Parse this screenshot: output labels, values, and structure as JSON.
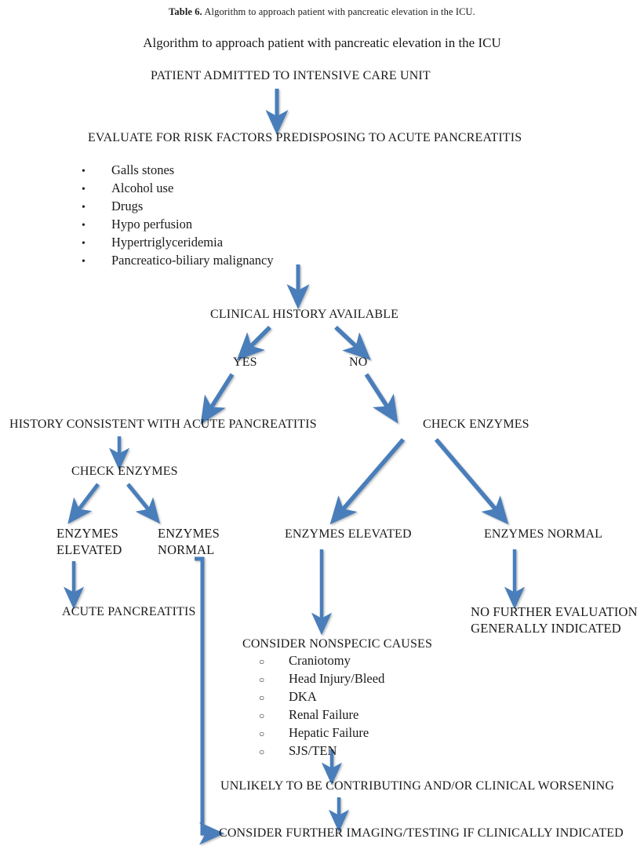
{
  "caption": {
    "label": "Table 6.",
    "text": "Algorithm to approach patient with pancreatic elevation in the ICU."
  },
  "document": {
    "title": "Algorithm to approach patient with pancreatic elevation in the ICU"
  },
  "colors": {
    "arrow": "#4A7EBB",
    "text": "#1a1a1a",
    "background": "#ffffff"
  },
  "chart_data": {
    "type": "diagram",
    "title": "Algorithm to approach patient with pancreatic elevation in the ICU",
    "nodes": [
      {
        "id": "n1",
        "text": "PATIENT ADMITTED TO INTENSIVE CARE UNIT"
      },
      {
        "id": "n2",
        "text": "EVALUATE FOR RISK FACTORS PREDISPOSING TO ACUTE PANCREATITIS"
      },
      {
        "id": "n3",
        "text": "CLINICAL HISTORY AVAILABLE"
      },
      {
        "id": "n4",
        "text": "YES"
      },
      {
        "id": "n5",
        "text": "NO"
      },
      {
        "id": "n6",
        "text": "HISTORY CONSISTENT WITH ACUTE PANCREATITIS"
      },
      {
        "id": "n7",
        "text": "CHECK ENZYMES"
      },
      {
        "id": "n8",
        "text": "CHECK ENZYMES"
      },
      {
        "id": "n9",
        "text": "ENZYMES ELEVATED"
      },
      {
        "id": "n10",
        "text": "ENZYMES NORMAL"
      },
      {
        "id": "n11",
        "text": "ENZYMES ELEVATED"
      },
      {
        "id": "n12",
        "text": "ENZYMES NORMAL"
      },
      {
        "id": "n13",
        "text": "ACUTE PANCREATITIS"
      },
      {
        "id": "n14",
        "text": "NO FURTHER EVALUATION GENERALLY INDICATED"
      },
      {
        "id": "n15",
        "text": "CONSIDER NONSPECIC CAUSES"
      },
      {
        "id": "n16",
        "text": "UNLIKELY TO BE CONTRIBUTING AND/OR CLINICAL WORSENING"
      },
      {
        "id": "n17",
        "text": "CONSIDER FURTHER IMAGING/TESTING IF CLINICALLY INDICATED"
      }
    ],
    "edges": [
      {
        "from": "n1",
        "to": "n2"
      },
      {
        "from": "n2",
        "to": "n3"
      },
      {
        "from": "n3",
        "to": "n4"
      },
      {
        "from": "n3",
        "to": "n5"
      },
      {
        "from": "n4",
        "to": "n6"
      },
      {
        "from": "n5",
        "to": "n8"
      },
      {
        "from": "n6",
        "to": "n7"
      },
      {
        "from": "n7",
        "to": "n9"
      },
      {
        "from": "n7",
        "to": "n10"
      },
      {
        "from": "n8",
        "to": "n11"
      },
      {
        "from": "n8",
        "to": "n12"
      },
      {
        "from": "n9",
        "to": "n13"
      },
      {
        "from": "n12",
        "to": "n14"
      },
      {
        "from": "n11",
        "to": "n15"
      },
      {
        "from": "n15",
        "to": "n16"
      },
      {
        "from": "n16",
        "to": "n17"
      },
      {
        "from": "n10",
        "to": "n17"
      }
    ]
  },
  "nodes": {
    "patient_admitted": "PATIENT ADMITTED TO  INTENSIVE CARE UNIT",
    "evaluate_risk": "EVALUATE FOR RISK FACTORS PREDISPOSING TO ACUTE PANCREATITIS",
    "clinical_history": "CLINICAL HISTORY AVAILABLE",
    "yes": "YES",
    "no": "NO",
    "history_consistent": "HISTORY CONSISTENT WITH ACUTE PANCREATITIS",
    "check_enzymes_left": "CHECK ENZYMES",
    "check_enzymes_right": "CHECK ENZYMES",
    "enzymes_elevated_left_l1": "ENZYMES",
    "enzymes_elevated_left_l2": "ELEVATED",
    "enzymes_normal_left_l1": "ENZYMES",
    "enzymes_normal_left_l2": "NORMAL",
    "enzymes_elevated_mid": "ENZYMES ELEVATED",
    "enzymes_normal_right": "ENZYMES NORMAL",
    "acute_pancreatitis": "ACUTE PANCREATITIS",
    "no_further_eval_l1": "NO FURTHER EVALUATION",
    "no_further_eval_l2": "GENERALLY INDICATED",
    "consider_nonspecific": "CONSIDER NONSPECIC CAUSES",
    "unlikely_contributing": "UNLIKELY TO BE CONTRIBUTING AND/OR CLINICAL WORSENING",
    "consider_further_imaging": "CONSIDER FURTHER IMAGING/TESTING IF CLINICALLY INDICATED"
  },
  "risk_factors": {
    "marker": "•",
    "items": [
      "Galls stones",
      "Alcohol use",
      "Drugs",
      "Hypo perfusion",
      "Hypertriglyceridemia",
      "Pancreatico-biliary malignancy"
    ]
  },
  "nonspecific_causes": {
    "marker": "○",
    "items": [
      "Craniotomy",
      "Head Injury/Bleed",
      "DKA",
      "Renal Failure",
      "Hepatic Failure",
      "SJS/TEN"
    ]
  }
}
